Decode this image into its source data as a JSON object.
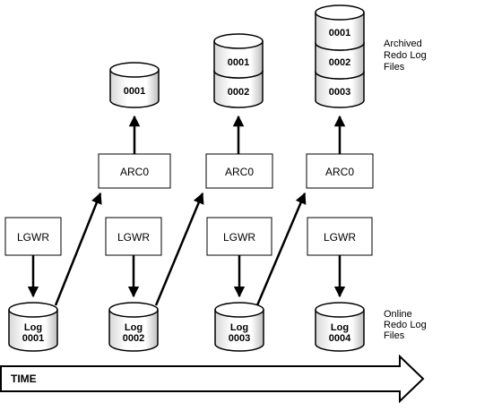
{
  "columns": [
    {
      "lgwr": "LGWR",
      "arc": "",
      "online_log": [
        "Log",
        "0001"
      ],
      "archived": []
    },
    {
      "lgwr": "LGWR",
      "arc": "ARC0",
      "online_log": [
        "Log",
        "0002"
      ],
      "archived": [
        "0001"
      ]
    },
    {
      "lgwr": "LGWR",
      "arc": "ARC0",
      "online_log": [
        "Log",
        "0003"
      ],
      "archived": [
        "0001",
        "0002"
      ]
    },
    {
      "lgwr": "LGWR",
      "arc": "ARC0",
      "online_log": [
        "Log",
        "0004"
      ],
      "archived": [
        "0001",
        "0002",
        "0003"
      ]
    }
  ],
  "labels": {
    "archived": [
      "Archived",
      "Redo Log",
      "Files"
    ],
    "online": [
      "Online",
      "Redo Log",
      "Files"
    ],
    "time": "TIME"
  }
}
